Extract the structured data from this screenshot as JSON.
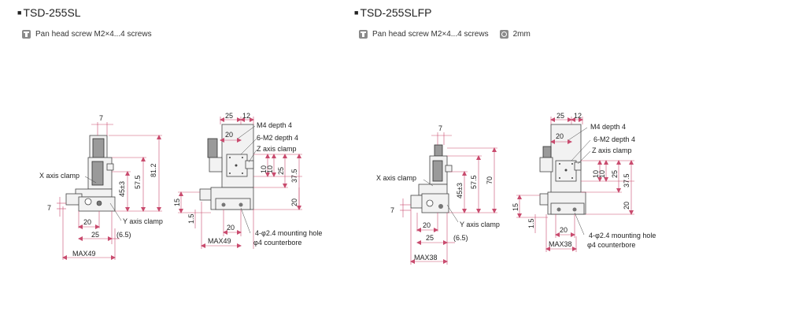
{
  "left": {
    "title": "TSD-255SL",
    "note": "Pan head screw M2×4...4 screws",
    "side": {
      "dim_7_top": "7",
      "x_axis_clamp": "X axis clamp",
      "dim_81_2": "81.2",
      "dim_57_5": "57.5",
      "dim_45": "45±3",
      "dim_7_side": "7",
      "y_axis_clamp": "Y axis clamp",
      "dim_20": "20",
      "dim_25": "25",
      "dim_6_5": "(6.5)",
      "max": "MAX49"
    },
    "front": {
      "dim_25": "25",
      "dim_12": "12",
      "m4": "M4 depth 4",
      "dim_20_top": "20",
      "m2": "6-M2 depth 4",
      "z_axis_clamp": "Z axis clamp",
      "dim_10a": "10",
      "dim_10b": "10",
      "dim_25v": "25",
      "dim_37_5": "37.5",
      "dim_20v": "20",
      "dim_15": "15",
      "dim_1_5": "1.5",
      "dim_20_bot": "20",
      "max": "MAX49",
      "hole": "4-φ2.4 mounting hole",
      "counterbore": "φ4 counterbore"
    }
  },
  "right": {
    "title": "TSD-255SLFP",
    "note": "Pan head screw M2×4...4 screws",
    "note2": "2mm",
    "side": {
      "dim_7_top": "7",
      "x_axis_clamp": "X axis clamp",
      "dim_70": "70",
      "dim_57_5": "57.5",
      "dim_45": "45±3",
      "dim_7_side": "7",
      "y_axis_clamp": "Y axis clamp",
      "dim_20": "20",
      "dim_25": "25",
      "dim_6_5": "(6.5)",
      "max": "MAX38"
    },
    "front": {
      "dim_25": "25",
      "dim_12": "12",
      "m4": "M4 depth 4",
      "dim_20_top": "20",
      "m2": "6-M2 depth 4",
      "z_axis_clamp": "Z axis clamp",
      "dim_10a": "10",
      "dim_10b": "10",
      "dim_25v": "25",
      "dim_37_5": "37.5",
      "dim_20v": "20",
      "dim_15": "15",
      "dim_1_5": "1.5",
      "dim_20_bot": "20",
      "max": "MAX38",
      "hole": "4-φ2.4 mounting hole",
      "counterbore": "φ4 counterbore"
    }
  }
}
